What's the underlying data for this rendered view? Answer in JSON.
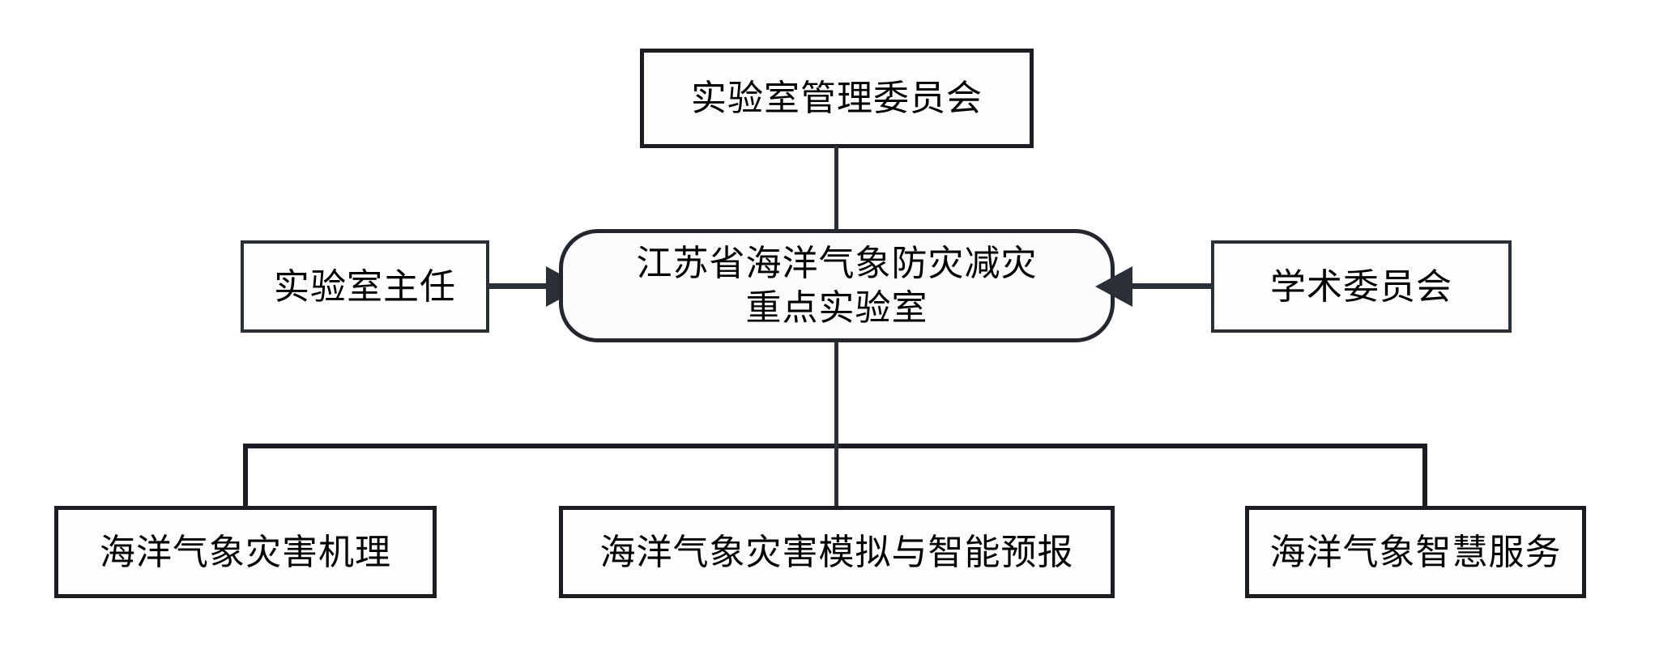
{
  "diagram": {
    "type": "organizational-chart",
    "orientation": "top-down",
    "background_color": "#ffffff",
    "line_color": "#2b2f36",
    "border_color": "#1b1d22",
    "text_color": "#000000",
    "nodes": {
      "committee": {
        "label": "实验室管理委员会",
        "shape": "rectangle",
        "role": "governing-committee"
      },
      "director": {
        "label": "实验室主任",
        "shape": "rectangle",
        "role": "lab-director"
      },
      "academic": {
        "label": "学术委员会",
        "shape": "rectangle",
        "role": "academic-committee"
      },
      "lab": {
        "label": "江苏省海洋气象防灾减灾\n重点实验室",
        "line1": "江苏省海洋气象防灾减灾",
        "line2": "重点实验室",
        "shape": "rounded-rectangle",
        "role": "central-laboratory"
      },
      "mechanism": {
        "label": "海洋气象灾害机理",
        "shape": "rectangle",
        "role": "research-direction-1"
      },
      "simulation": {
        "label": "海洋气象灾害模拟与智能预报",
        "shape": "rectangle",
        "role": "research-direction-2"
      },
      "service": {
        "label": "海洋气象智慧服务",
        "shape": "rectangle",
        "role": "research-direction-3"
      }
    },
    "connectors": [
      {
        "from": "committee",
        "to": "lab",
        "style": "plain-line",
        "direction": "vertical"
      },
      {
        "from": "director",
        "to": "lab",
        "style": "arrow",
        "direction": "left-to-right"
      },
      {
        "from": "academic",
        "to": "lab",
        "style": "arrow",
        "direction": "right-to-left"
      },
      {
        "from": "lab",
        "to": "mechanism",
        "style": "elbow-line",
        "direction": "top-down"
      },
      {
        "from": "lab",
        "to": "simulation",
        "style": "plain-line",
        "direction": "top-down"
      },
      {
        "from": "lab",
        "to": "service",
        "style": "elbow-line",
        "direction": "top-down"
      }
    ]
  }
}
